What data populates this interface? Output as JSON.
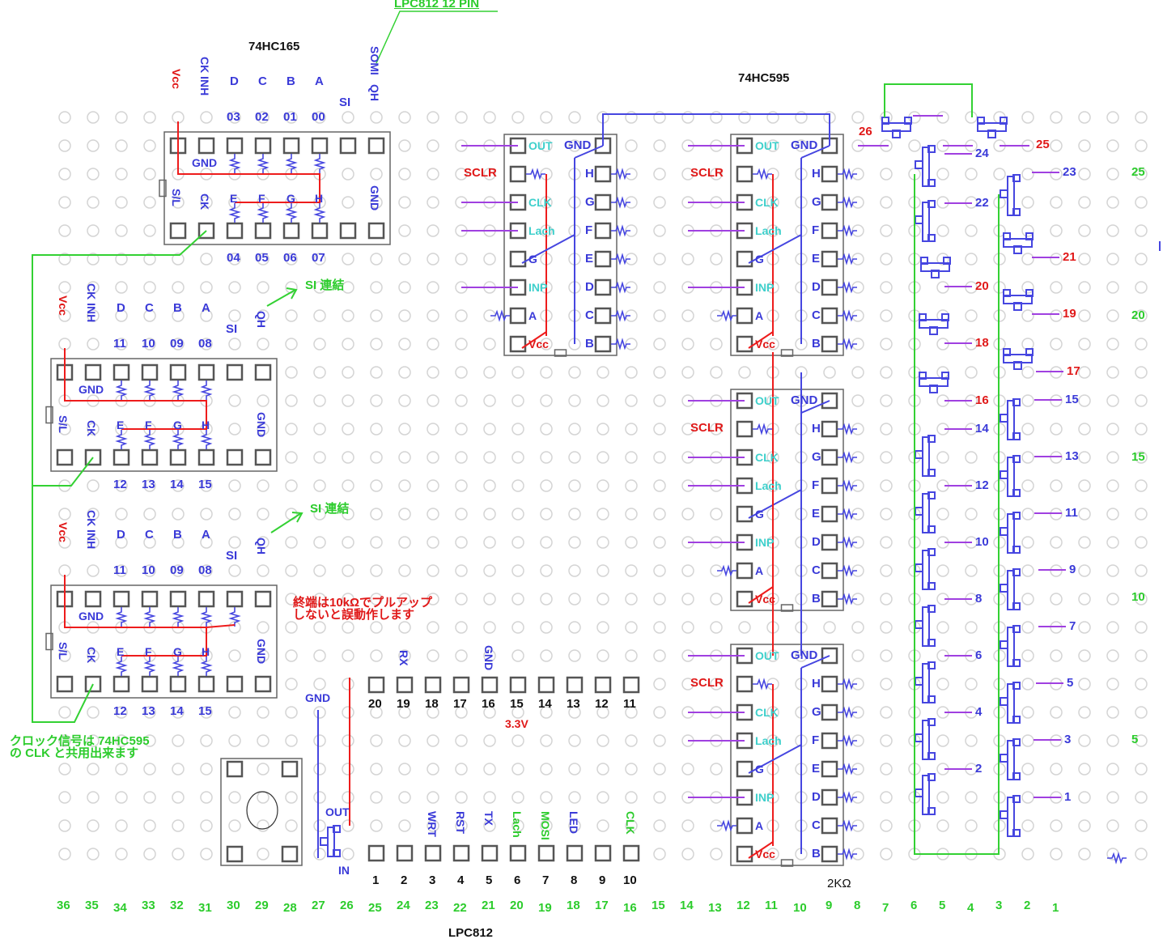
{
  "titles": {
    "hc165": "74HC165",
    "hc595": "74HC595",
    "lpc_pin": "LPC812  12 PIN",
    "lpc812": "LPC812",
    "resistor": "2KΩ"
  },
  "notes": {
    "si_link": "SI 連結",
    "pullup_line1": "終端は10kΩでプルアップ",
    "pullup_line2": "しないと誤動作します",
    "clock_line1": "クロック信号は 74HC595",
    "clock_line2": "の CLK と共用出来ます",
    "v33": "3.3V"
  },
  "hc165_chips": [
    {
      "top_pins": [
        "Vcc",
        "CK INH",
        "D",
        "C",
        "B",
        "A",
        "SI",
        "QH"
      ],
      "top_numbers": [
        "03",
        "02",
        "01",
        "00"
      ],
      "inner_top": "GND",
      "inner_mid": [
        "E",
        "F",
        "G",
        "H"
      ],
      "bottom_pins": [
        "S/L",
        "CK",
        "GND"
      ],
      "bottom_numbers": [
        "04",
        "05",
        "06",
        "07"
      ]
    },
    {
      "top_pins": [
        "Vcc",
        "CK INH",
        "D",
        "C",
        "B",
        "A",
        "SI",
        "QH"
      ],
      "top_numbers": [
        "11",
        "10",
        "09",
        "08"
      ],
      "inner_top": "GND",
      "inner_mid": [
        "E",
        "F",
        "G",
        "H"
      ],
      "bottom_pins": [
        "S/L",
        "CK",
        "GND"
      ],
      "bottom_numbers": [
        "12",
        "13",
        "14",
        "15"
      ]
    },
    {
      "top_pins": [
        "Vcc",
        "CK INH",
        "D",
        "C",
        "B",
        "A",
        "SI",
        "QH"
      ],
      "top_numbers": [
        "11",
        "10",
        "09",
        "08"
      ],
      "inner_top": "GND",
      "inner_mid": [
        "E",
        "F",
        "G",
        "H"
      ],
      "bottom_pins": [
        "S/L",
        "CK",
        "GND"
      ],
      "bottom_numbers": [
        "12",
        "13",
        "14",
        "15"
      ]
    }
  ],
  "top165_extra": "SOMI",
  "hc595_chips": {
    "left_pins": [
      "OUT",
      "SCLR",
      "CLK",
      "Lach",
      "G",
      "INP",
      "A",
      "Vcc"
    ],
    "right_pins": [
      "GND",
      "H",
      "G",
      "F",
      "E",
      "D",
      "C",
      "B"
    ],
    "sclr_label": "SCLR"
  },
  "leds": {
    "red_numbers": [
      "26",
      "25",
      "21",
      "20",
      "19",
      "18",
      "17",
      "16"
    ],
    "blue_numbers": [
      "24",
      "23",
      "22",
      "15",
      "14",
      "13",
      "12",
      "11",
      "10",
      "9",
      "8",
      "7",
      "6",
      "5",
      "4",
      "3",
      "2",
      "1"
    ],
    "right_scale": [
      "25",
      "20",
      "15",
      "10",
      "5"
    ]
  },
  "lpc812": {
    "top_numbers": [
      "20",
      "19",
      "18",
      "17",
      "16",
      "15",
      "14",
      "13",
      "12",
      "11"
    ],
    "top_labels": {
      "rx": "RX",
      "gnd": "GND"
    },
    "bottom_numbers": [
      "1",
      "2",
      "3",
      "4",
      "5",
      "6",
      "7",
      "8",
      "9",
      "10"
    ],
    "bottom_labels": [
      "WRT",
      "RST",
      "TX",
      "Lach",
      "MOSI",
      "LED",
      "CLK"
    ],
    "regulator": {
      "out": "OUT",
      "in": "IN",
      "gnd": "GND"
    }
  },
  "column_numbers": [
    "36",
    "35",
    "34",
    "33",
    "32",
    "31",
    "30",
    "29",
    "28",
    "27",
    "26",
    "25",
    "24",
    "23",
    "22",
    "21",
    "20",
    "19",
    "18",
    "17",
    "16",
    "15",
    "14",
    "13",
    "12",
    "11",
    "10",
    "9",
    "8",
    "7",
    "6",
    "5",
    "4",
    "3",
    "2",
    "1"
  ],
  "colors": {
    "hole": "#d4d4d4",
    "pad": "#555555",
    "chip": "#666666",
    "blue": "#4646e0",
    "red": "#ee1c1c",
    "green": "#33d133",
    "purple": "#a040e0",
    "cyan": "#3fd0cc"
  }
}
